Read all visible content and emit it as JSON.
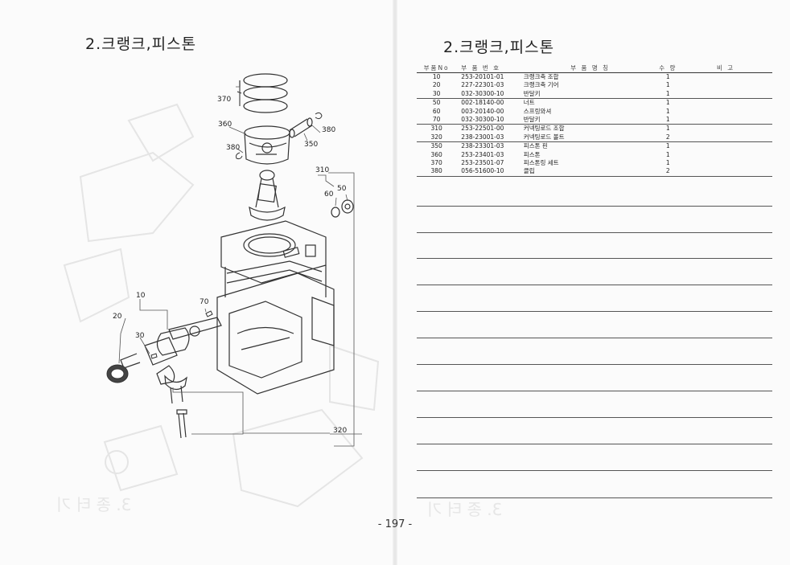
{
  "left_page": {
    "title": "2.크랭크,피스톤",
    "callouts": [
      "370",
      "360",
      "380",
      "350",
      "380",
      "310",
      "50",
      "60",
      "10",
      "70",
      "20",
      "30",
      "320"
    ]
  },
  "right_page": {
    "title": "2.크랭크,피스톤",
    "headers": {
      "no": "부품No",
      "part_number": "부 품 번 호",
      "name": "부 품 명 칭",
      "qty": "수 량",
      "remarks": "비 고"
    },
    "rows": [
      {
        "no": "10",
        "part_number": "253-20101-01",
        "name": "크랭크축 조합",
        "qty": "1",
        "sep": false
      },
      {
        "no": "20",
        "part_number": "227-22301-03",
        "name": "크랭크축 기어",
        "qty": "1",
        "sep": false
      },
      {
        "no": "30",
        "part_number": "032-30300-10",
        "name": "반달키",
        "qty": "1",
        "sep": true
      },
      {
        "no": "50",
        "part_number": "002-18140-00",
        "name": "너트",
        "qty": "1",
        "sep": false
      },
      {
        "no": "60",
        "part_number": "003-20140-00",
        "name": "스프링와셔",
        "qty": "1",
        "sep": false
      },
      {
        "no": "70",
        "part_number": "032-30300-10",
        "name": "반달키",
        "qty": "1",
        "sep": true
      },
      {
        "no": "310",
        "part_number": "253-22501-00",
        "name": "커넥팅로드 조합",
        "qty": "1",
        "sep": false
      },
      {
        "no": "320",
        "part_number": "238-23001-03",
        "name": "커넥팅로드 볼트",
        "qty": "2",
        "sep": true
      },
      {
        "no": "350",
        "part_number": "238-23301-03",
        "name": "피스톤 핀",
        "qty": "1",
        "sep": false
      },
      {
        "no": "360",
        "part_number": "253-23401-03",
        "name": "피스톤",
        "qty": "1",
        "sep": false
      },
      {
        "no": "370",
        "part_number": "253-23501-07",
        "name": "피스톤링 세트",
        "qty": "1",
        "sep": false
      },
      {
        "no": "380",
        "part_number": "056-51600-10",
        "name": "클립",
        "qty": "2",
        "sep": true
      }
    ]
  },
  "page_number": "- 197 -",
  "colors": {
    "ink": "#222222",
    "ghost": "#e3e3e3",
    "paper": "#fbfbfb"
  }
}
